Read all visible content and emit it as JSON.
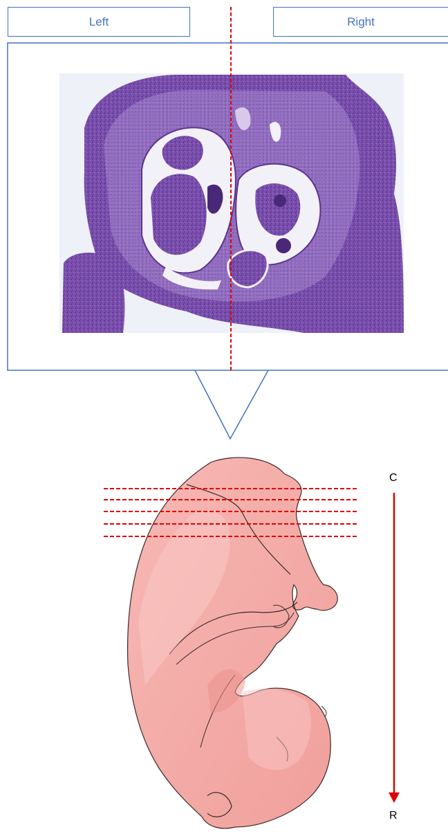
{
  "header": {
    "left_label": "Left",
    "right_label": "Right"
  },
  "axis": {
    "top_label": "C",
    "bottom_label": "R"
  },
  "colors": {
    "frame_blue": "#4472c4",
    "cut_red": "#e00000",
    "tissue_purple": "#6a3d9e",
    "embryo_pink": "#f4aaa7"
  },
  "icons": {
    "histology": "histology-section-image",
    "embryo": "embryo-illustration",
    "arrow": "arrow-down-icon"
  }
}
